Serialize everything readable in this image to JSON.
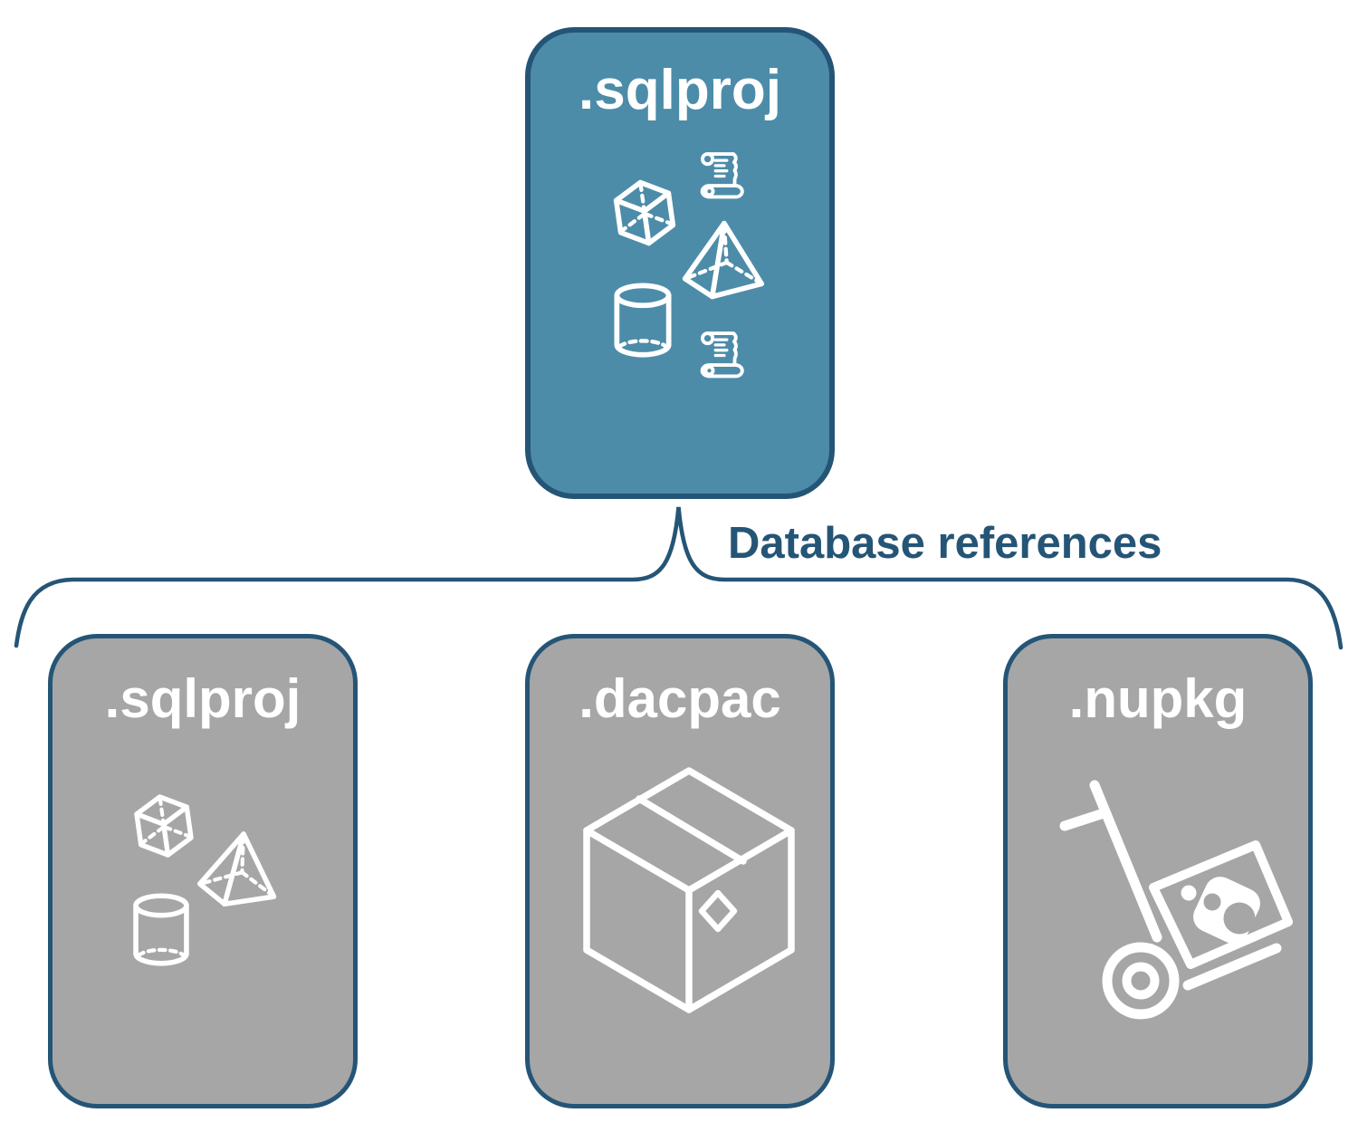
{
  "parent_box": {
    "label": ".sqlproj",
    "icons": [
      "cube-icon",
      "scroll-icon",
      "pyramid-icon",
      "cylinder-icon",
      "scroll-icon"
    ]
  },
  "connector_label": "Database references",
  "child_boxes": [
    {
      "label": ".sqlproj",
      "icons": [
        "cube-icon",
        "pyramid-icon",
        "cylinder-icon"
      ]
    },
    {
      "label": ".dacpac",
      "icons": [
        "package-box-icon"
      ]
    },
    {
      "label": ".nupkg",
      "icons": [
        "hand-truck-package-icon"
      ]
    }
  ],
  "colors": {
    "outline": "#255576",
    "parent_fill": "#4C8CA9",
    "child_fill": "#A6A6A6",
    "label_text": "#FFFFFF"
  }
}
